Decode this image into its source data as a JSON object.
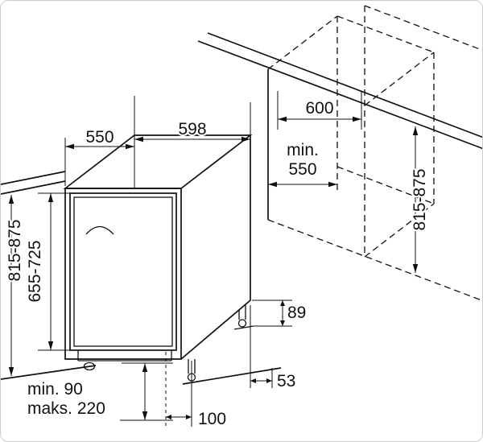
{
  "diagram": {
    "labels": {
      "appliance_depth": "550",
      "appliance_width": "598",
      "niche_width": "600",
      "niche_depth_prefix": "min.",
      "niche_depth_value": "550",
      "niche_height": "815-875",
      "appliance_height": "815-875",
      "furniture_door_height": "655-725",
      "rear_foot_height": "89",
      "rear_foot_setback": "53",
      "front_foot_setback": "100",
      "plinth_min": "min. 90",
      "plinth_max": "maks. 220"
    },
    "colors": {
      "line": "#111111",
      "background": "#ffffff",
      "frame_border": "#cccccc"
    }
  }
}
